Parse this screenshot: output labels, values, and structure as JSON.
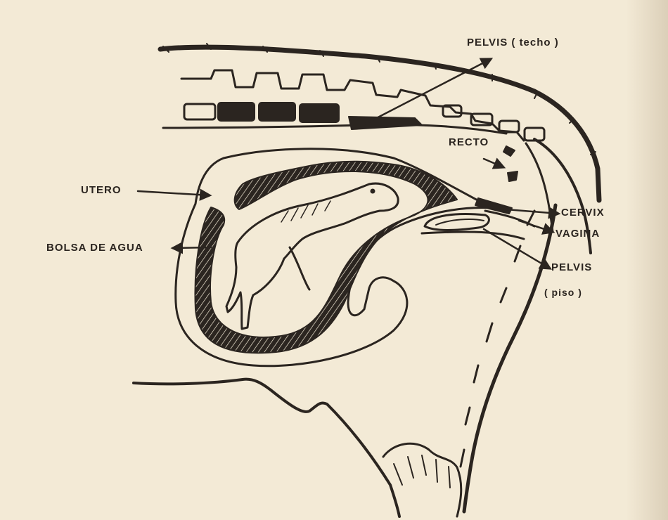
{
  "labels": {
    "pelvis_techo": "PELVIS ( techo )",
    "recto": "RECTO",
    "utero": "UTERO",
    "bolsa_de_agua": "BOLSA DE AGUA",
    "cervix": "CERVIX",
    "vagina": "VAGINA",
    "pelvis_piso": "PELVIS",
    "piso": "( piso )"
  },
  "colors": {
    "paper": "#f3ead6",
    "ink": "#2b2520"
  }
}
